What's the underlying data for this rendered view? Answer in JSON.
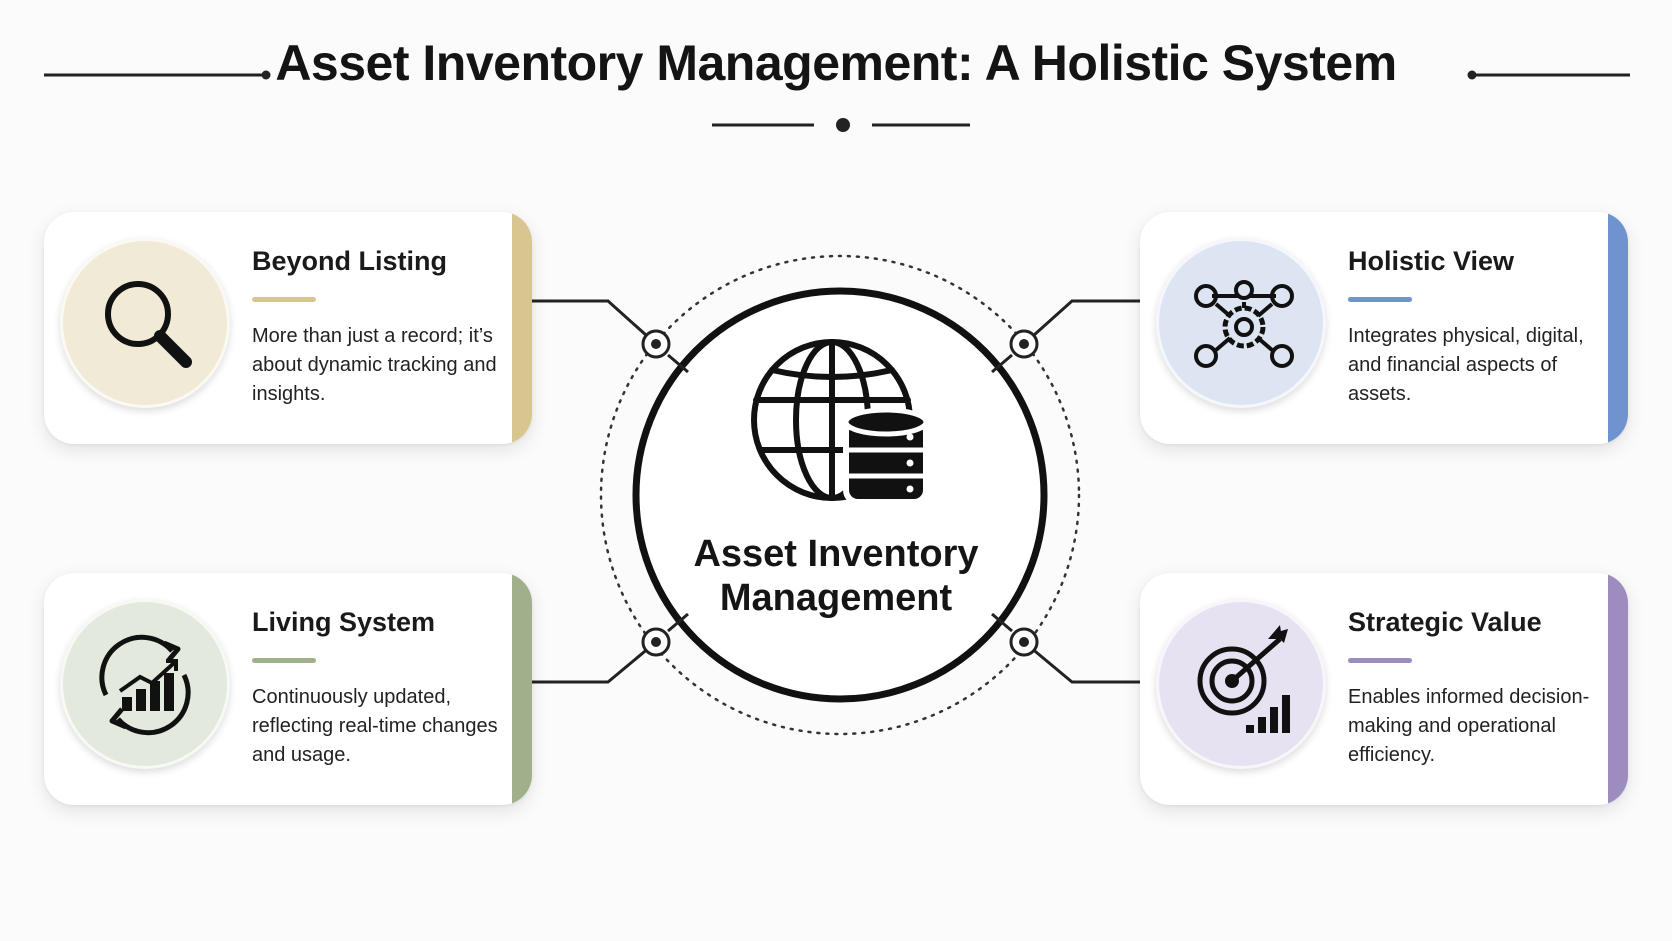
{
  "title": "Asset Inventory Management: A Holistic System",
  "center": {
    "label": "Asset Inventory Management",
    "icon": "globe-database-icon"
  },
  "cards": {
    "beyond_listing": {
      "title": "Beyond Listing",
      "description": "More than just a record; it’s about dynamic tracking and insights.",
      "icon": "magnifying-glass-icon",
      "accent_color": "#d8c690",
      "icon_bg": "#f0ead6"
    },
    "living_system": {
      "title": "Living System",
      "description": "Continuously updated, reflecting real-time changes and usage.",
      "icon": "refresh-chart-icon",
      "accent_color": "#9fb08a",
      "icon_bg": "#e3e9dc"
    },
    "holistic_view": {
      "title": "Holistic View",
      "description": "Integrates physical, digital, and financial aspects of assets.",
      "icon": "network-gear-icon",
      "accent_color": "#6f93cf",
      "icon_bg": "#dde5f3"
    },
    "strategic_value": {
      "title": "Strategic Value",
      "description": "Enables informed decision-making and operational efficiency.",
      "icon": "target-chart-icon",
      "accent_color": "#9d8dbf",
      "icon_bg": "#e7e2f1"
    }
  }
}
